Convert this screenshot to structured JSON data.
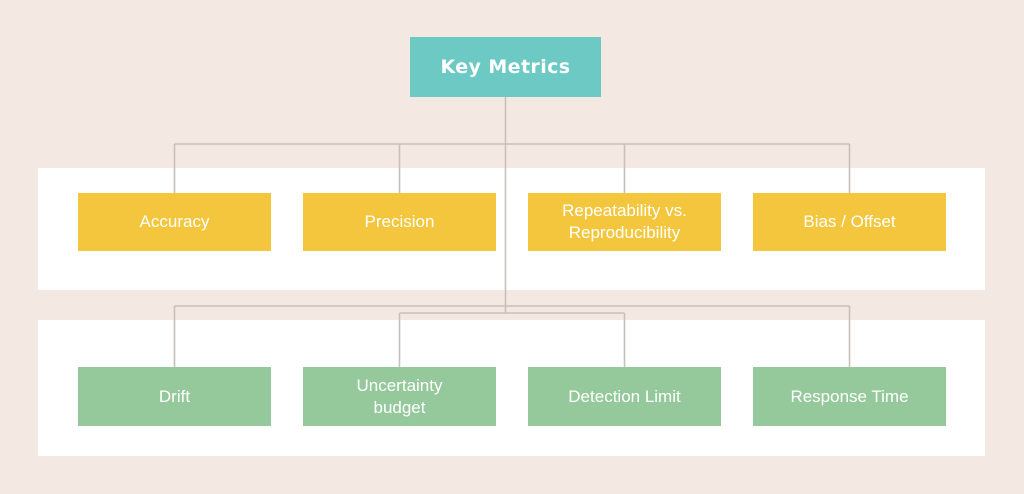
{
  "palette": {
    "background": "#f4e9e2",
    "band": "#ffffff",
    "root_box": "#6cc9c3",
    "level1_box": "#f4c63d",
    "level2_box": "#95c99c",
    "connector": "#c9bfb9",
    "text": "#ffffff"
  },
  "diagram": {
    "root": {
      "label": "Key Metrics"
    },
    "level1": [
      {
        "label": "Accuracy"
      },
      {
        "label": "Precision"
      },
      {
        "label": "Repeatability vs.\nReproducibility"
      },
      {
        "label": "Bias / Offset"
      }
    ],
    "level2": [
      {
        "label": "Drift"
      },
      {
        "label": "Uncertainty\nbudget"
      },
      {
        "label": "Detection Limit"
      },
      {
        "label": "Response Time"
      }
    ]
  }
}
